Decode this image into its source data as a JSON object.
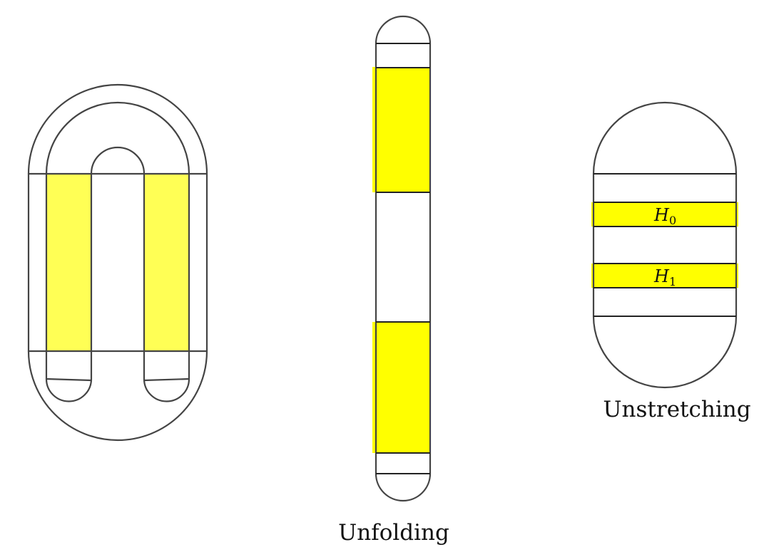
{
  "colors": {
    "highlight": "#ffff55",
    "highlight_strong": "#ffff00",
    "outline": "#444444",
    "background": "#ffffff"
  },
  "captions": {
    "unfolding": "Unfolding",
    "unstretching": "Unstretching"
  },
  "labels": {
    "h0": {
      "main": "H",
      "sub": "0"
    },
    "h1": {
      "main": "H",
      "sub": "1"
    }
  }
}
